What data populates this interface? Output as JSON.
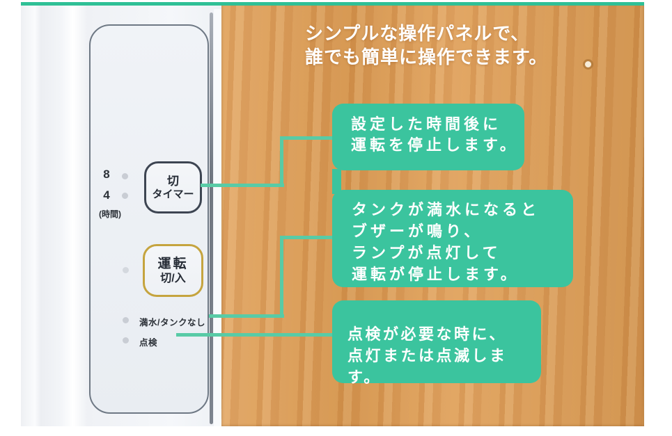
{
  "header": {
    "title_line1": "シンプルな操作パネルで、",
    "title_line2": "誰でも簡単に操作できます。"
  },
  "panel": {
    "timer_scale": {
      "top": "8",
      "bottom": "4",
      "unit": "(時間)"
    },
    "timer_button": {
      "line1": "切",
      "line2": "タイマー"
    },
    "power_button": {
      "line1": "運転",
      "line2": "切/入"
    },
    "lamps": {
      "full_tank": "満水/タンクなし",
      "inspection": "点検"
    }
  },
  "callouts": {
    "timer": {
      "line1": "設定した時間後に",
      "line2": "運転を停止します。"
    },
    "full_tank": {
      "line1": "タンクが満水になると",
      "line2": "ブザーが鳴り、",
      "line3": "ランプが点灯して",
      "line4": "運転が停止します。"
    },
    "inspection": {
      "line1": "点検が必要な時に、",
      "line2": "点灯または点滅します。"
    }
  },
  "colors": {
    "callout_green": "#3bc49e",
    "top_bar_green": "#2fc096",
    "connector_green": "#58cba6",
    "wood_tan": "#dd9b52",
    "power_button_gold": "#c5a43e"
  }
}
